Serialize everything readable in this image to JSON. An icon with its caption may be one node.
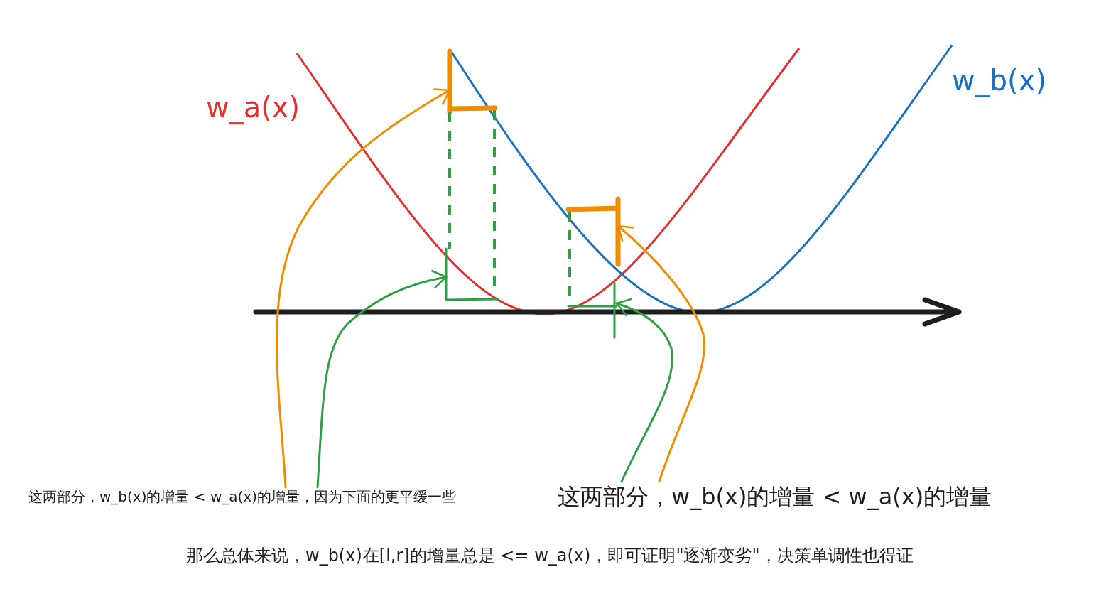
{
  "diagram": {
    "nodes": [
      {
        "text": [],
        "shape": "bar"
      },
      {
        "text": [],
        "shape": "bar"
      },
      {
        "text": [],
        "shape": "bar"
      },
      {
        "text": [],
        "shape": "bar"
      },
      {
        "text": [
          "这两部分，w_b(x)的增量 < w_a(x)的增量，因为下面的更平缓一些"
        ]
      },
      {
        "text": [
          "这两部分，w_b(x)的增量 < w_a(x)的增量"
        ]
      }
    ],
    "edges": [
      {
        "from": 4,
        "to": 0,
        "arrow": "to",
        "color": "#f08c00"
      },
      {
        "from": 4,
        "to": 2,
        "arrow": "to",
        "color": "#2f9e44"
      },
      {
        "from": 5,
        "to": 3,
        "arrow": "to",
        "color": "#2f9e44"
      },
      {
        "from": 5,
        "to": 1,
        "arrow": "to",
        "color": "#f08c00"
      },
      {
        "from": 0,
        "to": 2,
        "arrow": "none",
        "style": "dashed",
        "color": "#2f9e44"
      },
      {
        "from": 0,
        "to": 2,
        "arrow": "none",
        "style": "dashed",
        "color": "#2f9e44"
      },
      {
        "from": 1,
        "to": 3,
        "arrow": "none",
        "style": "dashed",
        "color": "#2f9e44"
      }
    ],
    "labels": [
      "w_a(x)",
      "w_b(x)",
      "那么总体来说，w_b(x)在[l,r]的增量总是 <= w_a(x)，即可证明\"逐渐变劣\"，决策单调性也得证"
    ]
  }
}
